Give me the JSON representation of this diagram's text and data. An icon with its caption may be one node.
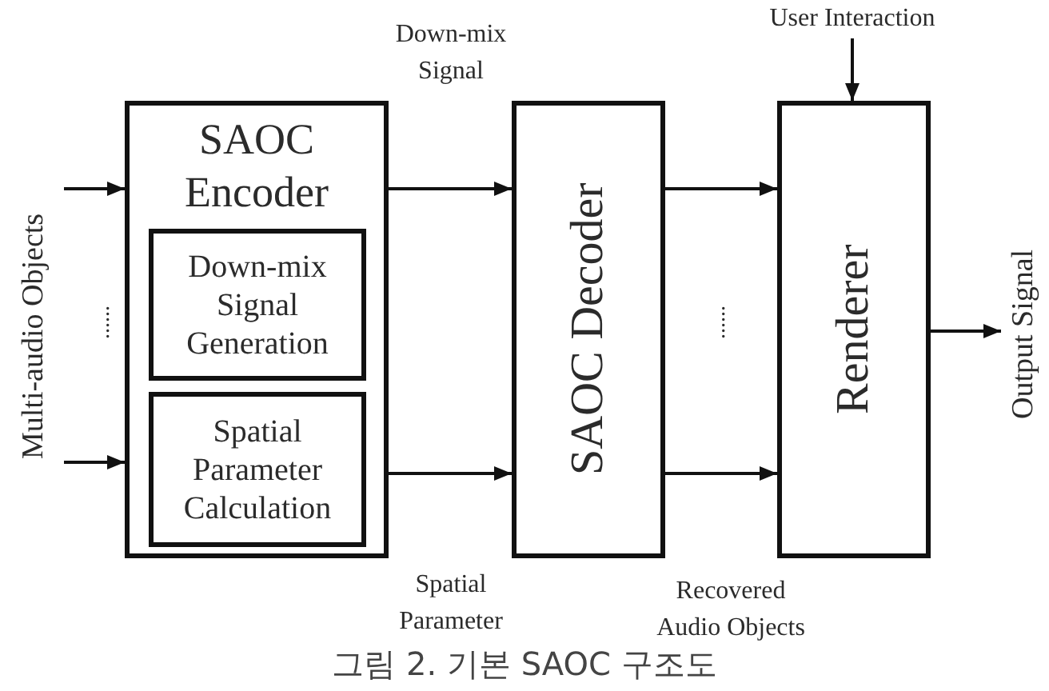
{
  "diagram": {
    "caption": "그림 2. 기본 SAOC 구조도",
    "nodes": [
      {
        "text": [
          "Multi-audio Objects"
        ]
      },
      {
        "text": [
          "SAOC Encoder"
        ]
      },
      {
        "text": [
          "Down-mix Signal Generation"
        ],
        "in": 1
      },
      {
        "text": [
          "Spatial Parameter Calculation"
        ],
        "in": 1
      },
      {
        "text": [
          "SAOC Decoder"
        ]
      },
      {
        "text": [
          "User Interaction"
        ]
      },
      {
        "text": [
          "Renderer"
        ]
      },
      {
        "text": [
          "Output Signal"
        ]
      }
    ],
    "edges": [
      {
        "from": 0,
        "to": 1,
        "arrow": "to"
      },
      {
        "from": 0,
        "to": 1,
        "arrow": "to"
      },
      {
        "from": 1,
        "to": 4,
        "arrow": "to"
      },
      {
        "from": 1,
        "to": 4,
        "arrow": "to"
      },
      {
        "from": 4,
        "to": 6,
        "arrow": "to"
      },
      {
        "from": 4,
        "to": 6,
        "arrow": "to"
      },
      {
        "from": 5,
        "to": 6,
        "arrow": "to"
      },
      {
        "from": 6,
        "to": 7,
        "arrow": "to"
      }
    ],
    "labels": [
      "Down-mix Signal",
      "......",
      "......",
      "Spatial Parameter",
      "Recovered Audio Objects"
    ]
  }
}
